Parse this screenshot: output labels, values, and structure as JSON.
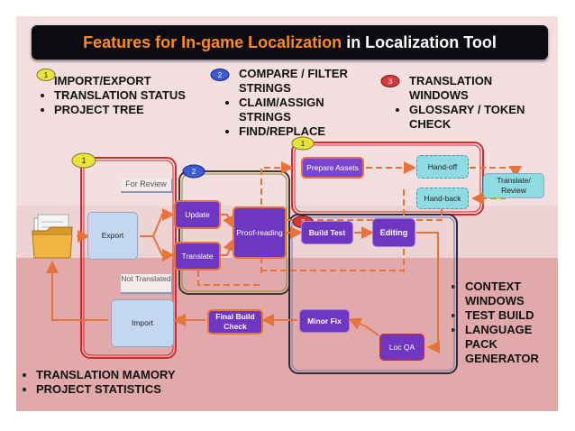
{
  "title": {
    "highlight": "Features for In-game Localization",
    "rest": " in Localization Tool"
  },
  "features_1": [
    "IMPORT/EXPORT",
    "TRANSLATION STATUS",
    "PROJECT TREE"
  ],
  "features_2": [
    "COMPARE / FILTER STRINGS",
    "CLAIM/ASSIGN STRINGS",
    "FIND/REPLACE"
  ],
  "features_3": [
    "TRANSLATION WINDOWS",
    "GLOSSARY / TOKEN CHECK"
  ],
  "features_bottom": [
    "TRANSLATION MAMORY",
    "PROJECT STATISTICS"
  ],
  "features_right": [
    "CONTEXT WINDOWS",
    "TEST BUILD",
    "LANGUAGE PACK GENERATOR"
  ],
  "badges": {
    "one": "1",
    "two": "2",
    "three": "3"
  },
  "nodes": {
    "export": "Export",
    "import": "Import",
    "update": "Update",
    "translate": "Translate",
    "proofreading": "Proof-reading",
    "build_test": "Build Test",
    "editing": "Editing",
    "minor_fix": "Minor Fix",
    "final_build_check": "Final Build Check",
    "loc_qa": "Loc QA",
    "prepare_assets": "Prepare Assets",
    "hand_off": "Hand-off",
    "hand_back": "Hand-back",
    "translate_review": "Translate/ Review"
  },
  "tags": {
    "for_review": "For Review",
    "not_translated": "Not Translated"
  },
  "colors": {
    "title_highlight": "#ff8a1e",
    "arrow": "#e8733a",
    "group_outline_red": "#d42a2a",
    "group_outline_dark": "#2c2c3c",
    "process_box": "#6f36c2"
  },
  "icons": {
    "file": "folder-file-icon"
  }
}
